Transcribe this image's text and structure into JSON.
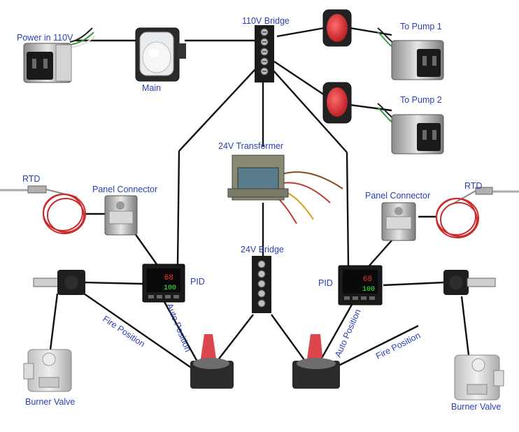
{
  "labels": {
    "power_in": "Power in 110V",
    "main": "Main",
    "bridge_110v": "110V Bridge",
    "pump1": "To Pump 1",
    "pump2": "To Pump 2",
    "transformer": "24V Transformer",
    "rtd_left": "RTD",
    "rtd_right": "RTD",
    "panel_connector_left": "Panel Connector",
    "panel_connector_right": "Panel Connector",
    "pid_left": "PID",
    "pid_right": "PID",
    "bridge_24v": "24V Bridge",
    "fire_position_left": "Fire Position",
    "fire_position_right": "Fire Position",
    "auto_position_left": "Auto Position",
    "auto_position_right": "Auto Position",
    "burner_valve_left": "Burner Valve",
    "burner_valve_right": "Burner Valve"
  },
  "pid_display": {
    "left_top": "68",
    "left_bottom": "100",
    "right_top": "68",
    "right_bottom": "100"
  },
  "colors": {
    "label": "#2a3fb5",
    "wire": "#111111",
    "switch_red": "#d8262e",
    "pid_red": "#ff3030",
    "pid_green": "#3cff3c",
    "rtd_coil": "#cc2a2a"
  },
  "icons": [
    "power-inlet-icon",
    "main-switch-icon",
    "terminal-block-icon",
    "rocker-switch-icon",
    "transformer-icon",
    "rtd-probe-icon",
    "panel-connector-icon",
    "pid-controller-icon",
    "toggle-switch-icon",
    "burner-valve-icon",
    "thermocouple-icon"
  ]
}
